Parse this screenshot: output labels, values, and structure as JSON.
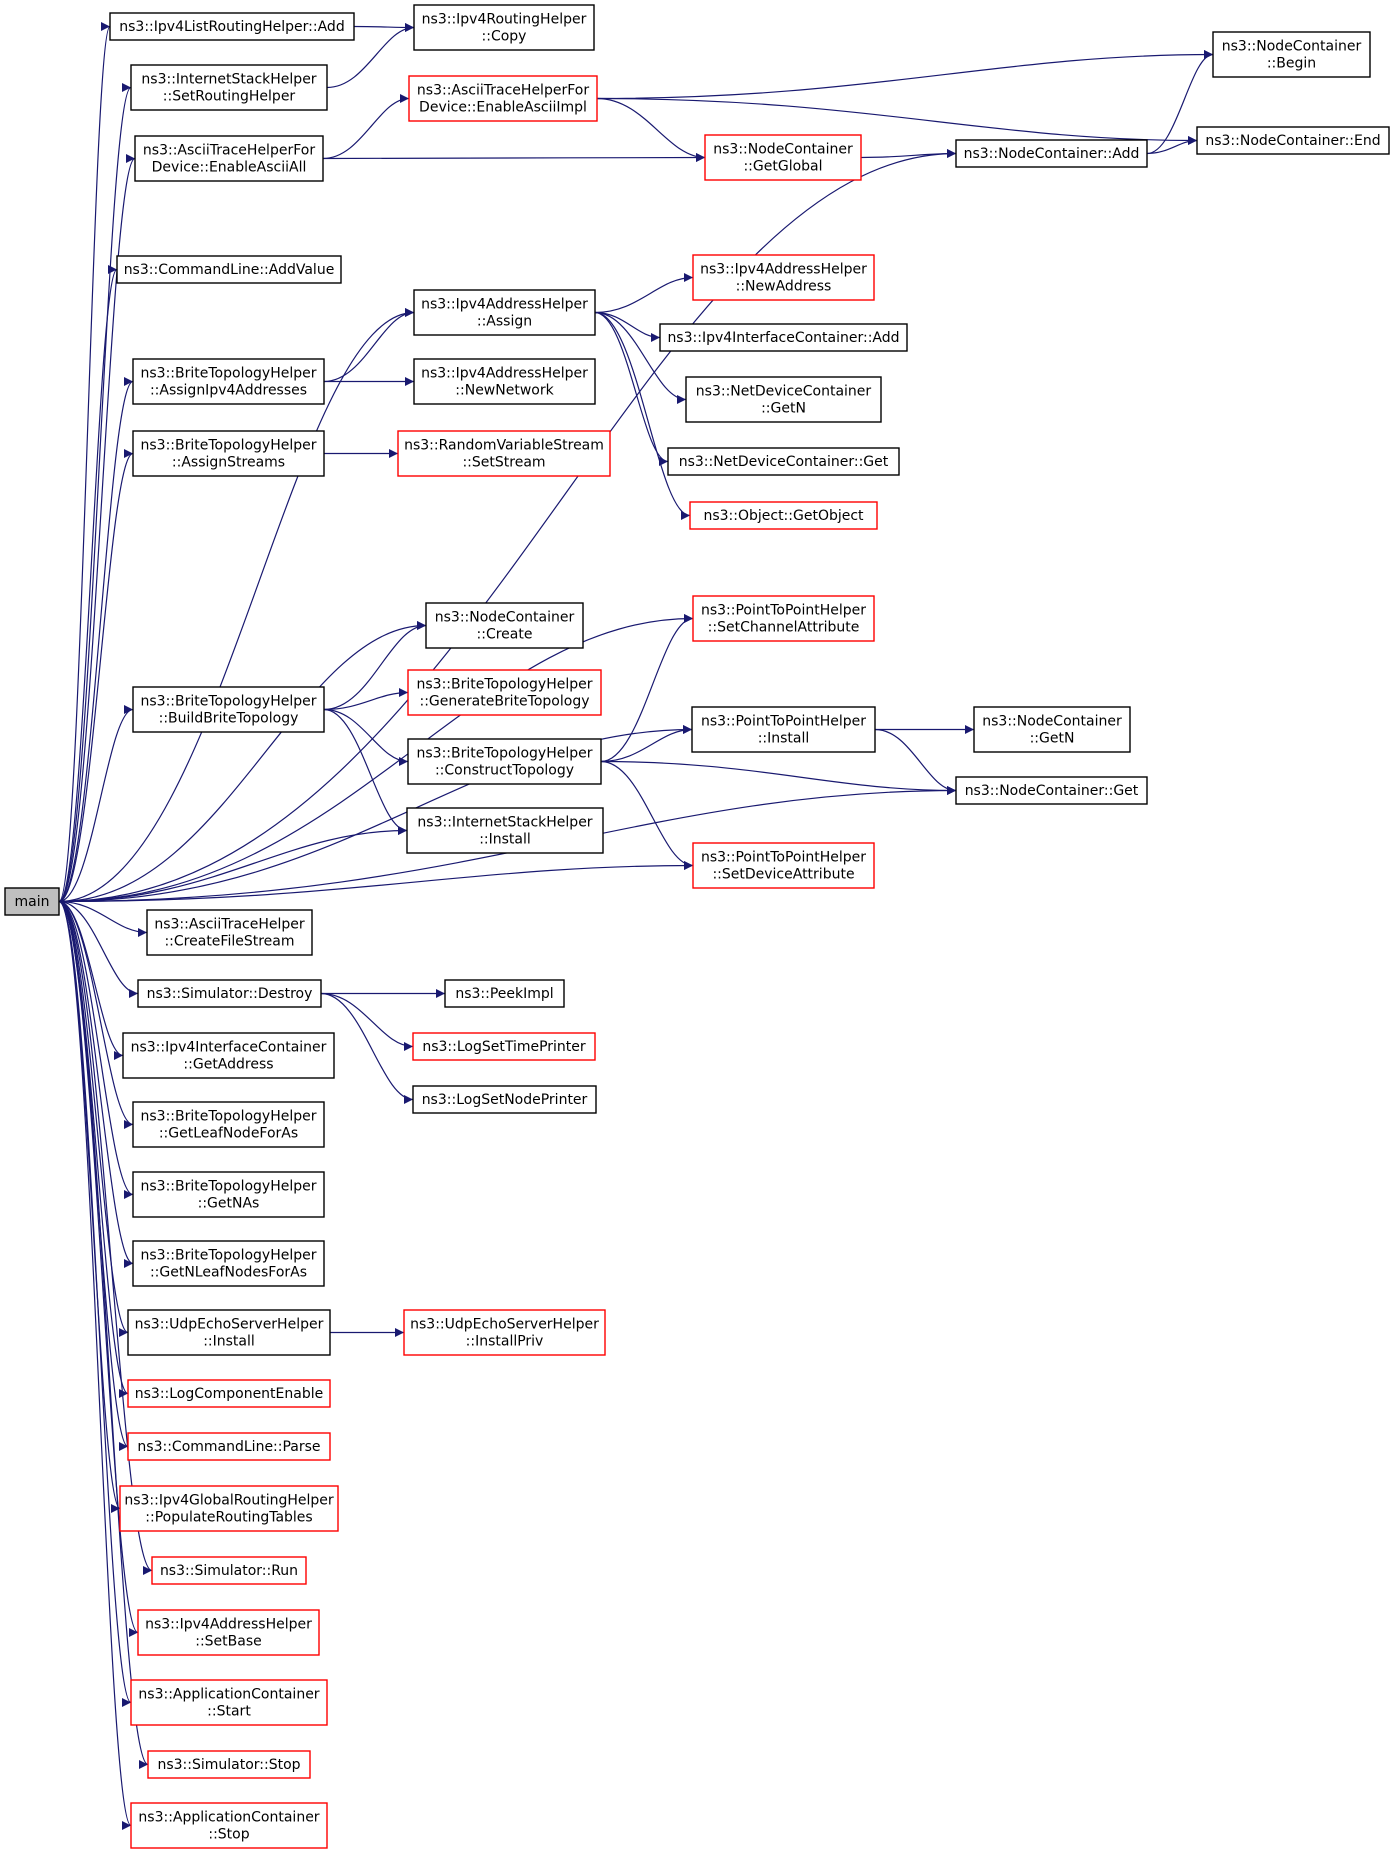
{
  "diagram": {
    "type": "call-graph",
    "root": "main",
    "colors": {
      "edge": "#191970",
      "node_border_normal": "#000000",
      "node_border_truncated": "#ff0000",
      "root_fill": "#bfbfbf"
    },
    "nodes": [
      {
        "id": "main",
        "lines": [
          "main"
        ],
        "style": "root"
      },
      {
        "id": "ipv4list_add",
        "lines": [
          "ns3::Ipv4ListRoutingHelper::Add"
        ],
        "style": "normal"
      },
      {
        "id": "ipv4routing_copy",
        "lines": [
          "ns3::Ipv4RoutingHelper",
          "::Copy"
        ],
        "style": "normal"
      },
      {
        "id": "inetstack_setrouting",
        "lines": [
          "ns3::InternetStackHelper",
          "::SetRoutingHelper"
        ],
        "style": "normal"
      },
      {
        "id": "ascii_enableall",
        "lines": [
          "ns3::AsciiTraceHelperFor",
          "Device::EnableAsciiAll"
        ],
        "style": "normal"
      },
      {
        "id": "ascii_enableimpl",
        "lines": [
          "ns3::AsciiTraceHelperFor",
          "Device::EnableAsciiImpl"
        ],
        "style": "truncated"
      },
      {
        "id": "nc_getglobal",
        "lines": [
          "ns3::NodeContainer",
          "::GetGlobal"
        ],
        "style": "truncated"
      },
      {
        "id": "nc_add",
        "lines": [
          "ns3::NodeContainer::Add"
        ],
        "style": "normal"
      },
      {
        "id": "nc_begin",
        "lines": [
          "ns3::NodeContainer",
          "::Begin"
        ],
        "style": "normal"
      },
      {
        "id": "nc_end",
        "lines": [
          "ns3::NodeContainer::End"
        ],
        "style": "normal"
      },
      {
        "id": "cmd_addvalue",
        "lines": [
          "ns3::CommandLine::AddValue"
        ],
        "style": "normal"
      },
      {
        "id": "ipv4addr_assign",
        "lines": [
          "ns3::Ipv4AddressHelper",
          "::Assign"
        ],
        "style": "normal"
      },
      {
        "id": "ipv4addr_newaddress",
        "lines": [
          "ns3::Ipv4AddressHelper",
          "::NewAddress"
        ],
        "style": "truncated"
      },
      {
        "id": "ipv4if_add",
        "lines": [
          "ns3::Ipv4InterfaceContainer::Add"
        ],
        "style": "normal"
      },
      {
        "id": "brite_assignipv4",
        "lines": [
          "ns3::BriteTopologyHelper",
          "::AssignIpv4Addresses"
        ],
        "style": "normal"
      },
      {
        "id": "ipv4addr_newnetwork",
        "lines": [
          "ns3::Ipv4AddressHelper",
          "::NewNetwork"
        ],
        "style": "normal"
      },
      {
        "id": "ndc_getn",
        "lines": [
          "ns3::NetDeviceContainer",
          "::GetN"
        ],
        "style": "normal"
      },
      {
        "id": "brite_assignstreams",
        "lines": [
          "ns3::BriteTopologyHelper",
          "::AssignStreams"
        ],
        "style": "normal"
      },
      {
        "id": "rvs_setstream",
        "lines": [
          "ns3::RandomVariableStream",
          "::SetStream"
        ],
        "style": "truncated"
      },
      {
        "id": "ndc_get",
        "lines": [
          "ns3::NetDeviceContainer::Get"
        ],
        "style": "normal"
      },
      {
        "id": "object_getobject",
        "lines": [
          "ns3::Object::GetObject"
        ],
        "style": "truncated"
      },
      {
        "id": "p2p_setchannelattr",
        "lines": [
          "ns3::PointToPointHelper",
          "::SetChannelAttribute"
        ],
        "style": "truncated"
      },
      {
        "id": "nc_create",
        "lines": [
          "ns3::NodeContainer",
          "::Create"
        ],
        "style": "normal"
      },
      {
        "id": "brite_build",
        "lines": [
          "ns3::BriteTopologyHelper",
          "::BuildBriteTopology"
        ],
        "style": "normal"
      },
      {
        "id": "brite_generate",
        "lines": [
          "ns3::BriteTopologyHelper",
          "::GenerateBriteTopology"
        ],
        "style": "truncated"
      },
      {
        "id": "p2p_install",
        "lines": [
          "ns3::PointToPointHelper",
          "::Install"
        ],
        "style": "normal"
      },
      {
        "id": "nc_getn",
        "lines": [
          "ns3::NodeContainer",
          "::GetN"
        ],
        "style": "normal"
      },
      {
        "id": "brite_construct",
        "lines": [
          "ns3::BriteTopologyHelper",
          "::ConstructTopology"
        ],
        "style": "normal"
      },
      {
        "id": "nc_get",
        "lines": [
          "ns3::NodeContainer::Get"
        ],
        "style": "normal"
      },
      {
        "id": "inetstack_install",
        "lines": [
          "ns3::InternetStackHelper",
          "::Install"
        ],
        "style": "normal"
      },
      {
        "id": "p2p_setdeviceattr",
        "lines": [
          "ns3::PointToPointHelper",
          "::SetDeviceAttribute"
        ],
        "style": "truncated"
      },
      {
        "id": "ascii_createfilestream",
        "lines": [
          "ns3::AsciiTraceHelper",
          "::CreateFileStream"
        ],
        "style": "normal"
      },
      {
        "id": "sim_destroy",
        "lines": [
          "ns3::Simulator::Destroy"
        ],
        "style": "normal"
      },
      {
        "id": "peekimpl",
        "lines": [
          "ns3::PeekImpl"
        ],
        "style": "normal"
      },
      {
        "id": "logsettimeprinter",
        "lines": [
          "ns3::LogSetTimePrinter"
        ],
        "style": "truncated"
      },
      {
        "id": "ipv4if_getaddress",
        "lines": [
          "ns3::Ipv4InterfaceContainer",
          "::GetAddress"
        ],
        "style": "normal"
      },
      {
        "id": "logsetnodeprinter",
        "lines": [
          "ns3::LogSetNodePrinter"
        ],
        "style": "normal"
      },
      {
        "id": "brite_getleafnodeforas",
        "lines": [
          "ns3::BriteTopologyHelper",
          "::GetLeafNodeForAs"
        ],
        "style": "normal"
      },
      {
        "id": "brite_getnas",
        "lines": [
          "ns3::BriteTopologyHelper",
          "::GetNAs"
        ],
        "style": "normal"
      },
      {
        "id": "brite_getnleafnodesforas",
        "lines": [
          "ns3::BriteTopologyHelper",
          "::GetNLeafNodesForAs"
        ],
        "style": "normal"
      },
      {
        "id": "udpecho_install",
        "lines": [
          "ns3::UdpEchoServerHelper",
          "::Install"
        ],
        "style": "normal"
      },
      {
        "id": "udpecho_installpriv",
        "lines": [
          "ns3::UdpEchoServerHelper",
          "::InstallPriv"
        ],
        "style": "truncated"
      },
      {
        "id": "logcomponentenable",
        "lines": [
          "ns3::LogComponentEnable"
        ],
        "style": "truncated"
      },
      {
        "id": "cmd_parse",
        "lines": [
          "ns3::CommandLine::Parse"
        ],
        "style": "truncated"
      },
      {
        "id": "ipv4global_populate",
        "lines": [
          "ns3::Ipv4GlobalRoutingHelper",
          "::PopulateRoutingTables"
        ],
        "style": "truncated"
      },
      {
        "id": "sim_run",
        "lines": [
          "ns3::Simulator::Run"
        ],
        "style": "truncated"
      },
      {
        "id": "ipv4addr_setbase",
        "lines": [
          "ns3::Ipv4AddressHelper",
          "::SetBase"
        ],
        "style": "truncated"
      },
      {
        "id": "app_start",
        "lines": [
          "ns3::ApplicationContainer",
          "::Start"
        ],
        "style": "truncated"
      },
      {
        "id": "sim_stop",
        "lines": [
          "ns3::Simulator::Stop"
        ],
        "style": "truncated"
      },
      {
        "id": "app_stop",
        "lines": [
          "ns3::ApplicationContainer",
          "::Stop"
        ],
        "style": "truncated"
      }
    ],
    "edges": [
      [
        "main",
        "ipv4list_add"
      ],
      [
        "main",
        "inetstack_setrouting"
      ],
      [
        "main",
        "ascii_enableall"
      ],
      [
        "main",
        "nc_add"
      ],
      [
        "main",
        "cmd_addvalue"
      ],
      [
        "main",
        "ipv4addr_assign"
      ],
      [
        "main",
        "brite_assignipv4"
      ],
      [
        "main",
        "brite_assignstreams"
      ],
      [
        "main",
        "p2p_setchannelattr"
      ],
      [
        "main",
        "p2p_install"
      ],
      [
        "main",
        "nc_create"
      ],
      [
        "main",
        "brite_build"
      ],
      [
        "main",
        "inetstack_install"
      ],
      [
        "main",
        "p2p_setdeviceattr"
      ],
      [
        "main",
        "nc_get"
      ],
      [
        "main",
        "ascii_createfilestream"
      ],
      [
        "main",
        "sim_destroy"
      ],
      [
        "main",
        "ipv4if_getaddress"
      ],
      [
        "main",
        "brite_getleafnodeforas"
      ],
      [
        "main",
        "brite_getnas"
      ],
      [
        "main",
        "brite_getnleafnodesforas"
      ],
      [
        "main",
        "udpecho_install"
      ],
      [
        "main",
        "logcomponentenable"
      ],
      [
        "main",
        "cmd_parse"
      ],
      [
        "main",
        "ipv4global_populate"
      ],
      [
        "main",
        "sim_run"
      ],
      [
        "main",
        "ipv4addr_setbase"
      ],
      [
        "main",
        "app_start"
      ],
      [
        "main",
        "sim_stop"
      ],
      [
        "main",
        "app_stop"
      ],
      [
        "ipv4list_add",
        "ipv4routing_copy"
      ],
      [
        "inetstack_setrouting",
        "ipv4routing_copy"
      ],
      [
        "ascii_enableall",
        "ascii_enableimpl"
      ],
      [
        "ascii_enableall",
        "nc_getglobal"
      ],
      [
        "ascii_enableimpl",
        "nc_begin"
      ],
      [
        "ascii_enableimpl",
        "nc_end"
      ],
      [
        "ascii_enableimpl",
        "nc_getglobal"
      ],
      [
        "nc_getglobal",
        "nc_add"
      ],
      [
        "nc_add",
        "nc_begin"
      ],
      [
        "nc_add",
        "nc_end"
      ],
      [
        "ipv4addr_assign",
        "ipv4addr_newaddress"
      ],
      [
        "ipv4addr_assign",
        "ipv4if_add"
      ],
      [
        "ipv4addr_assign",
        "ndc_getn"
      ],
      [
        "ipv4addr_assign",
        "ndc_get"
      ],
      [
        "ipv4addr_assign",
        "object_getobject"
      ],
      [
        "brite_assignipv4",
        "ipv4addr_assign"
      ],
      [
        "brite_assignipv4",
        "ipv4addr_newnetwork"
      ],
      [
        "brite_assignstreams",
        "rvs_setstream"
      ],
      [
        "brite_build",
        "nc_create"
      ],
      [
        "brite_build",
        "brite_generate"
      ],
      [
        "brite_build",
        "brite_construct"
      ],
      [
        "brite_build",
        "inetstack_install"
      ],
      [
        "brite_construct",
        "p2p_setchannelattr"
      ],
      [
        "brite_construct",
        "p2p_install"
      ],
      [
        "brite_construct",
        "nc_get"
      ],
      [
        "brite_construct",
        "p2p_setdeviceattr"
      ],
      [
        "p2p_install",
        "nc_getn"
      ],
      [
        "p2p_install",
        "nc_get"
      ],
      [
        "sim_destroy",
        "peekimpl"
      ],
      [
        "sim_destroy",
        "logsettimeprinter"
      ],
      [
        "sim_destroy",
        "logsetnodeprinter"
      ],
      [
        "udpecho_install",
        "udpecho_installpriv"
      ]
    ]
  }
}
